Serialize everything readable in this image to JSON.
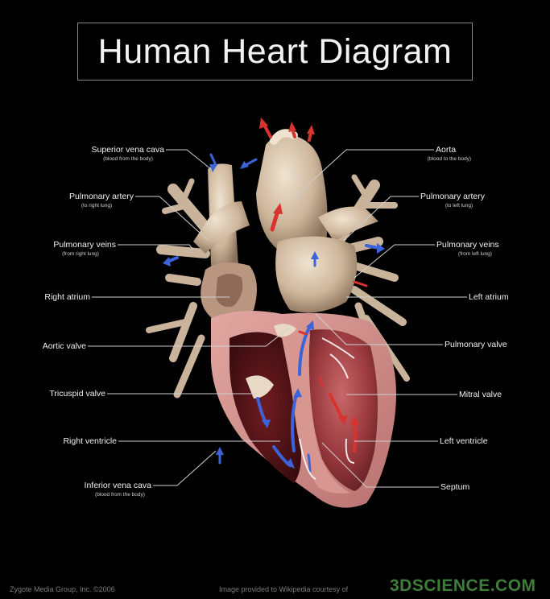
{
  "title": "Human Heart Diagram",
  "labels": {
    "superior_vena_cava": {
      "name": "Superior vena cava",
      "note": "(blood from the body)"
    },
    "aorta": {
      "name": "Aorta",
      "note": "(blood to the body)"
    },
    "pulmonary_artery_right": {
      "name": "Pulmonary artery",
      "note": "(to right lung)"
    },
    "pulmonary_artery_left": {
      "name": "Pulmonary artery",
      "note": "(to left lung)"
    },
    "pulmonary_veins_right": {
      "name": "Pulmonary veins",
      "note": "(from right lung)"
    },
    "pulmonary_veins_left": {
      "name": "Pulmonary veins",
      "note": "(from left lung)"
    },
    "right_atrium": {
      "name": "Right atrium"
    },
    "left_atrium": {
      "name": "Left atrium"
    },
    "aortic_valve": {
      "name": "Aortic valve"
    },
    "pulmonary_valve": {
      "name": "Pulmonary valve"
    },
    "tricuspid_valve": {
      "name": "Tricuspid valve"
    },
    "mitral_valve": {
      "name": "Mitral valve"
    },
    "right_ventricle": {
      "name": "Right ventricle"
    },
    "left_ventricle": {
      "name": "Left ventricle"
    },
    "inferior_vena_cava": {
      "name": "Inferior vena cava",
      "note": "(blood from the body)"
    },
    "septum": {
      "name": "Septum"
    }
  },
  "footer": {
    "credit": "Zygote Media Group, Inc. ©2006",
    "courtesy": "Image provided to Wikipedia courtesy of",
    "logo": "3DSCIENCE.COM"
  },
  "colors": {
    "background": "#000000",
    "oxygenated_arrow": "#d8332f",
    "deoxygenated_arrow": "#3d63d8",
    "vessel": "#d9c6ae",
    "muscle": "#9b3b3f",
    "logo": "#3f7d3a"
  }
}
